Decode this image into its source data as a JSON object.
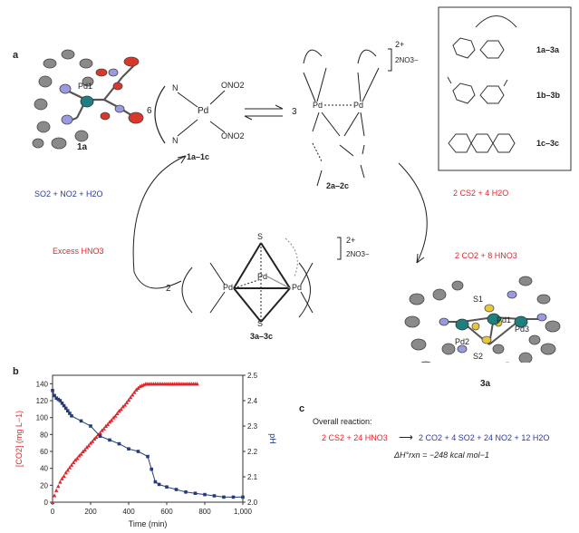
{
  "panel_a": {
    "label": "a",
    "crystal_1a": {
      "label": "1a",
      "atom": "Pd1"
    },
    "complex_1": {
      "coef": "6",
      "n_top": "N",
      "n_bot": "N",
      "pd": "Pd",
      "ono_top": "ONO2",
      "ono_bot": "ONO2",
      "label": "1a–1c"
    },
    "equilibrium": {
      "coef": "3"
    },
    "complex_2": {
      "label": "2a–2c",
      "charge": "2+",
      "anion": "2NO3−"
    },
    "legend": {
      "labels": [
        "1a–3a",
        "1b–3b",
        "1c–3c"
      ]
    },
    "arrow_right": {
      "reactants": "2 CS2 + 4 H2O",
      "products": "2 CO2 + 8 HNO3"
    },
    "arrow_left": {
      "products": "SO2 + NO2 + H2O",
      "reagent": "Excess HNO3"
    },
    "complex_3": {
      "coef": "2",
      "label": "3a–3c",
      "charge": "2+",
      "anion": "2NO3−"
    },
    "crystal_3a": {
      "label": "3a",
      "atoms": [
        "S1",
        "Pd1",
        "Pd3",
        "Pd2",
        "S2"
      ]
    }
  },
  "panel_b": {
    "label": "b"
  },
  "panel_c": {
    "label": "c",
    "title": "Overall reaction:",
    "reactants": "2 CS2 + 24 HNO3",
    "products": "2 CO2 + 4 SO2 + 24 NO2 + 12 H2O",
    "enthalpy": "ΔH°rxn = −248 kcal mol−1"
  },
  "chart_data": {
    "type": "scatter",
    "xlabel": "Time (min)",
    "ylabel": "[CO2] (mg L−1)",
    "y2label": "pH",
    "xlim": [
      0,
      1000
    ],
    "ylim": [
      0,
      150
    ],
    "y2lim": [
      2.0,
      2.5
    ],
    "xticks": [
      0,
      200,
      400,
      600,
      800,
      1000
    ],
    "yticks": [
      0,
      20,
      40,
      60,
      80,
      100,
      120,
      140
    ],
    "y2ticks": [
      2.0,
      2.1,
      2.2,
      2.3,
      2.4,
      2.5
    ],
    "grid": false,
    "series": [
      {
        "axis": "left",
        "color": "#e0262d",
        "marker": "triangle",
        "x": [
          0,
          10,
          20,
          30,
          40,
          50,
          60,
          70,
          80,
          90,
          100,
          110,
          120,
          130,
          140,
          150,
          160,
          170,
          180,
          190,
          200,
          210,
          220,
          230,
          240,
          250,
          260,
          270,
          280,
          290,
          300,
          310,
          320,
          330,
          340,
          350,
          360,
          370,
          380,
          390,
          400,
          410,
          420,
          430,
          440,
          450,
          460,
          470,
          480,
          490,
          500,
          510,
          520,
          530,
          540,
          550,
          560,
          570,
          580,
          590,
          600,
          610,
          620,
          630,
          640,
          650,
          660,
          670,
          680,
          690,
          700,
          710,
          720,
          730,
          740,
          750,
          760
        ],
        "values": [
          0,
          8,
          14,
          19,
          24,
          28,
          31,
          35,
          38,
          41,
          44,
          47,
          50,
          52,
          55,
          57,
          60,
          62,
          65,
          67,
          70,
          72,
          75,
          77,
          80,
          82,
          85,
          87,
          90,
          92,
          95,
          97,
          100,
          102,
          105,
          108,
          110,
          113,
          115,
          118,
          121,
          124,
          127,
          130,
          133,
          135,
          137,
          138,
          139,
          140,
          140,
          140,
          140,
          140,
          140,
          140,
          140,
          140,
          140,
          140,
          140,
          140,
          140,
          140,
          140,
          140,
          140,
          140,
          140,
          140,
          140,
          140,
          140,
          140,
          140,
          140,
          140
        ]
      },
      {
        "axis": "right",
        "color": "#243d7a",
        "marker": "square",
        "x": [
          0,
          10,
          20,
          30,
          40,
          50,
          60,
          70,
          80,
          90,
          100,
          150,
          200,
          250,
          300,
          350,
          400,
          450,
          500,
          520,
          540,
          560,
          600,
          650,
          700,
          750,
          800,
          850,
          900,
          950,
          1000
        ],
        "values": [
          2.44,
          2.42,
          2.41,
          2.405,
          2.4,
          2.39,
          2.38,
          2.37,
          2.36,
          2.35,
          2.34,
          2.32,
          2.3,
          2.26,
          2.245,
          2.23,
          2.21,
          2.2,
          2.18,
          2.13,
          2.08,
          2.07,
          2.06,
          2.05,
          2.04,
          2.035,
          2.03,
          2.025,
          2.02,
          2.02,
          2.02
        ]
      }
    ]
  }
}
